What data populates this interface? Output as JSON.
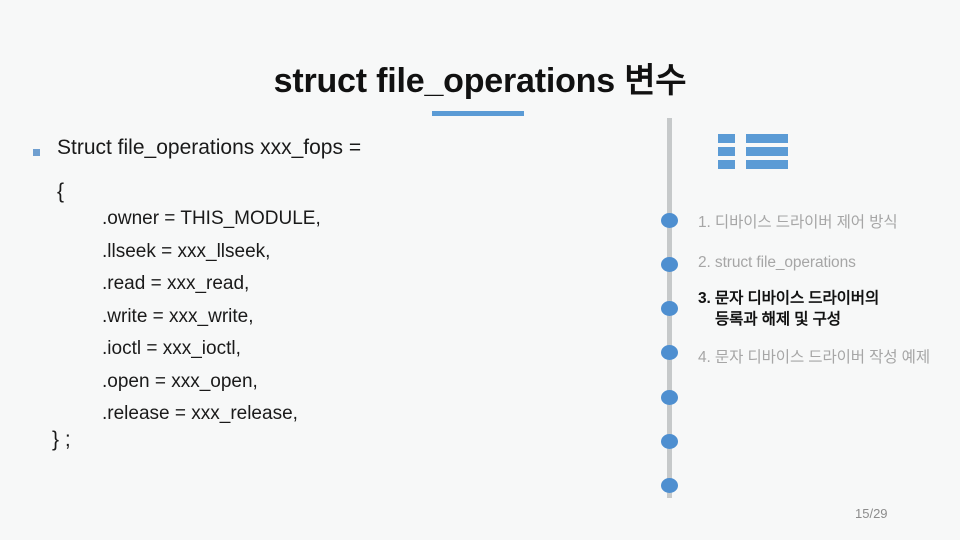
{
  "slide": {
    "title": "struct file_operations  변수",
    "page_indicator": "15/29",
    "accent_color": "#5b9bd5",
    "rail_color": "#c6c9ca",
    "background_color": "#f7f8f8"
  },
  "content": {
    "bullet_text": "Struct file_operations xxx_fops =",
    "brace_open": "{",
    "brace_close": "} ;",
    "code_lines": [
      ".owner = THIS_MODULE,",
      ".llseek = xxx_llseek,",
      ".read = xxx_read,",
      ".write = xxx_write,",
      ".ioctl = xxx_ioctl,",
      ".open = xxx_open,",
      ".release = xxx_release,"
    ]
  },
  "nav": {
    "icon_name": "list-icon",
    "items": [
      {
        "label": "1. 디바이스 드라이버 제어 방식",
        "active": false
      },
      {
        "label": "2. struct file_operations",
        "active": false
      },
      {
        "label": "3. 문자 디바이스 드라이버의",
        "label2": "등록과 해제 및 구성",
        "active": true
      },
      {
        "label": "4. 문자 디바이스 드라이버 작성 예제",
        "active": false
      }
    ],
    "dot_count": 7
  }
}
